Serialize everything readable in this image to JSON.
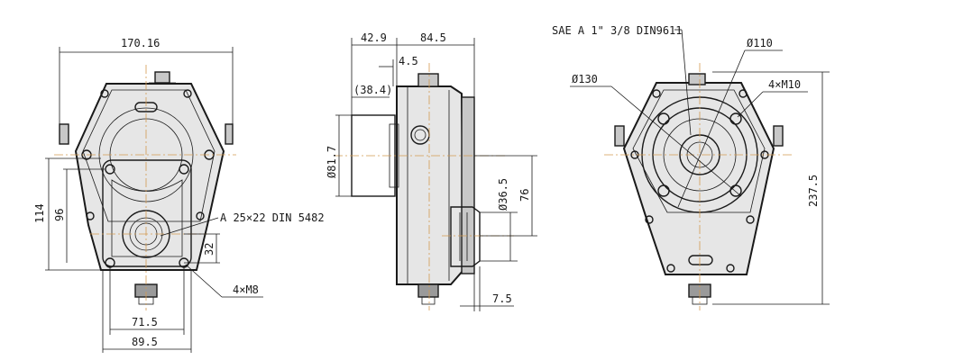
{
  "dimensions": {
    "front_width": "170.16",
    "front_height_a": "114",
    "front_height_b": "96",
    "front_offset": "32",
    "bottom_width_a": "71.5",
    "bottom_width_b": "89.5",
    "shaft_spec": "A 25×22 DIN 5482",
    "front_holes": "4×M8",
    "side_offset": "42.9",
    "side_depth": "84.5",
    "side_step": "4.5",
    "side_ref": "(38.4)",
    "side_diameter": "Ø81.7",
    "side_small_diameter": "Ø36.5",
    "side_height": "76",
    "side_bottom": "7.5",
    "rear_spec": "SAE A 1\" 3/8 DIN9611",
    "rear_d110": "Ø110",
    "rear_d130": "Ø130",
    "rear_holes": "4×M10",
    "rear_height": "237.5"
  },
  "colors": {
    "line": "#1a1a1a",
    "center_line": "#d49a50",
    "body_fill": "#e6e6e6"
  }
}
